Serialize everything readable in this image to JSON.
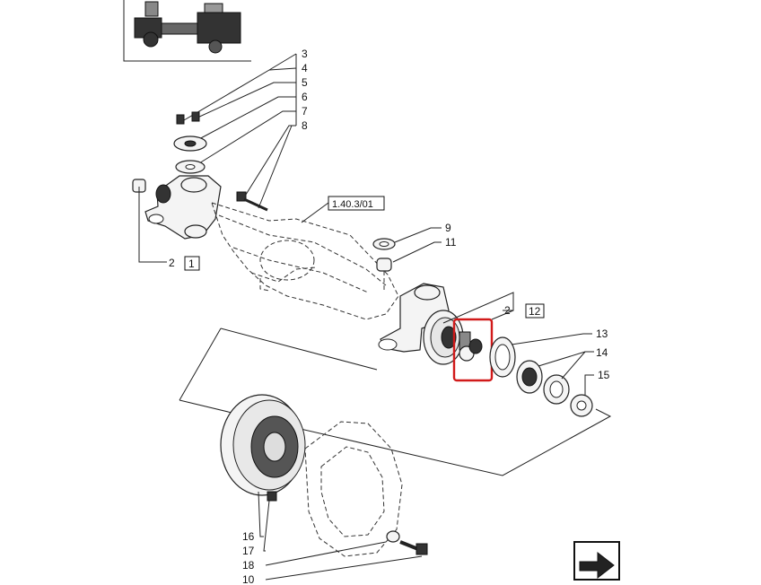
{
  "callouts": {
    "c3": "3",
    "c4": "4",
    "c5": "5",
    "c6": "6",
    "c7": "7",
    "c8": "8",
    "c9": "9",
    "c11": "11",
    "c2a": "2",
    "box1": "1",
    "c2b": "2",
    "box12": "12",
    "c13": "13",
    "c14": "14",
    "c15": "15",
    "c16": "16",
    "c17": "17",
    "c18": "18",
    "c10": "10"
  },
  "reference": "1.40.3/01",
  "colors": {
    "highlight": "#d11a1a",
    "ink": "#222222"
  },
  "icons": {
    "nav": "next-page-arrow-icon"
  }
}
